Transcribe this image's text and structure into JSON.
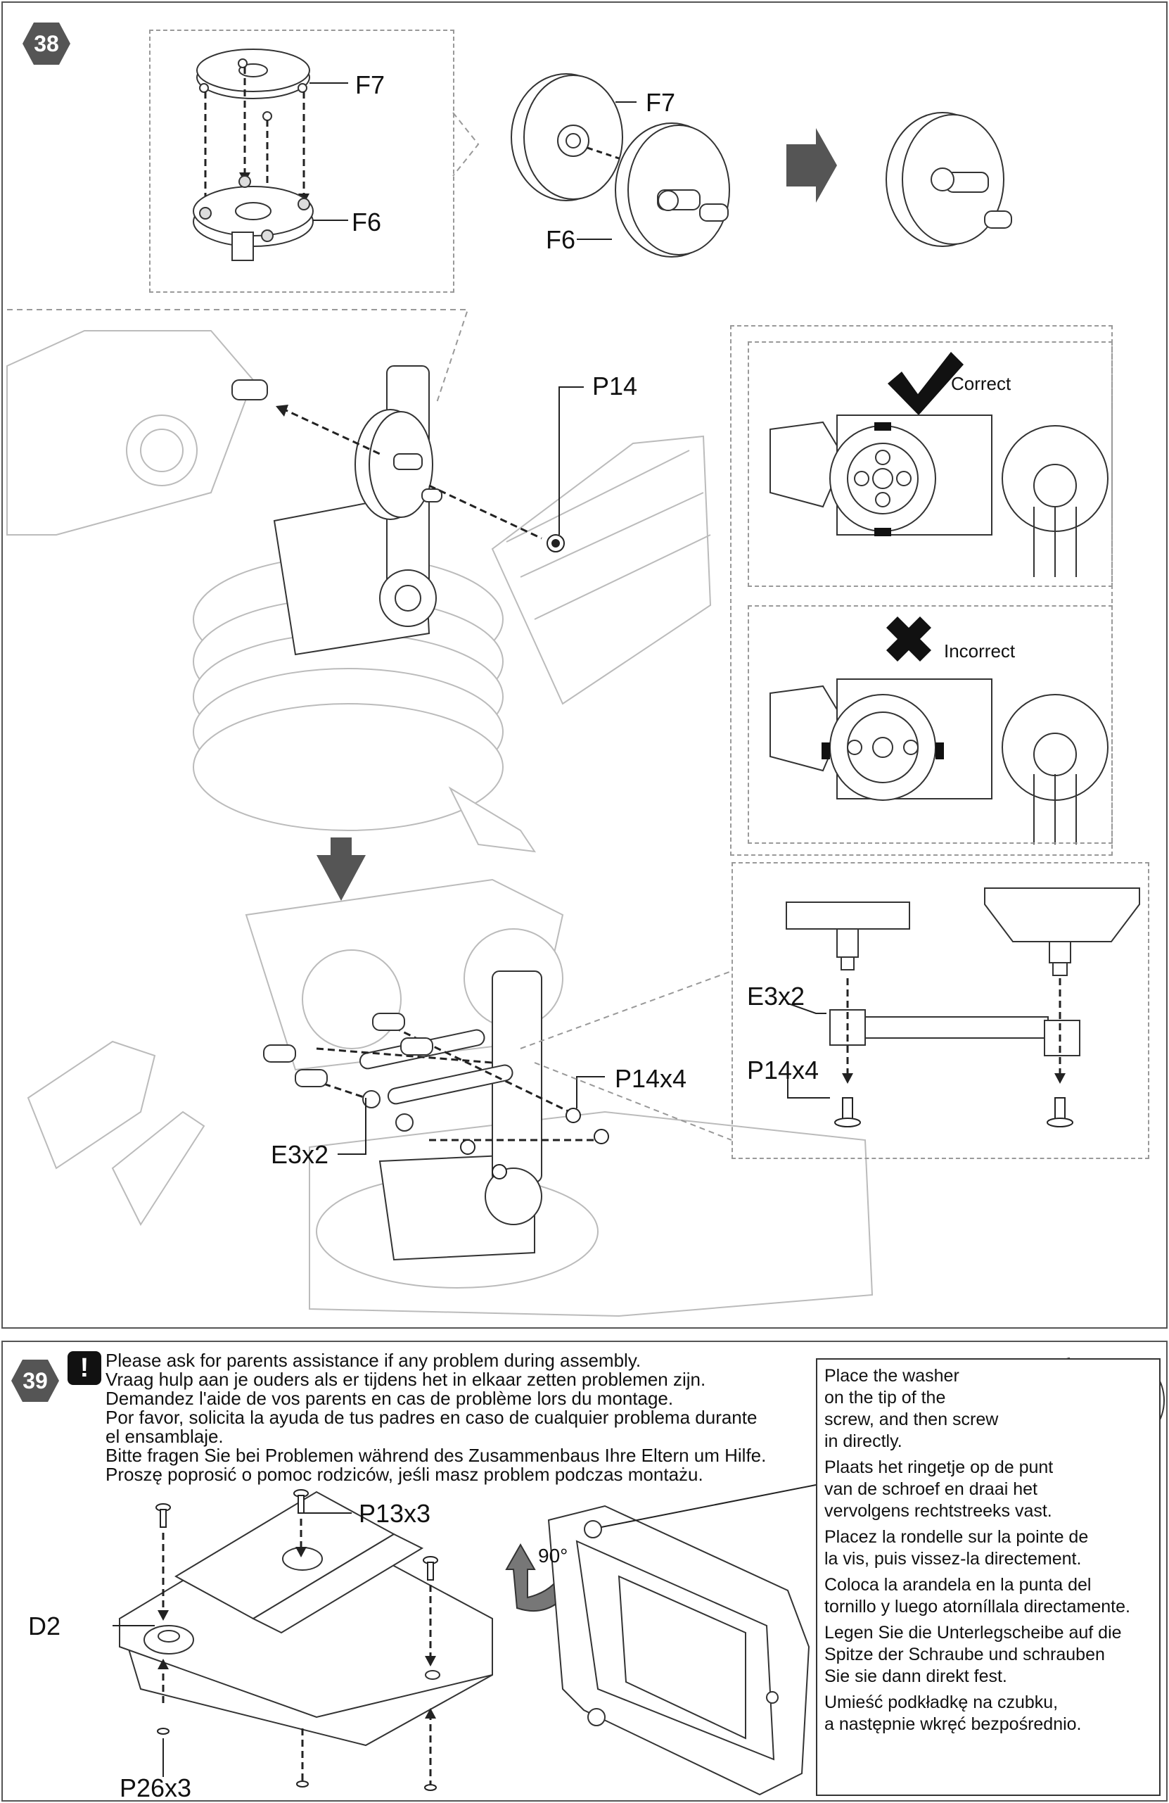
{
  "step38": {
    "number": "38",
    "parts": {
      "f7_top": "F7",
      "f6_top": "F6",
      "f7_mid": "F7",
      "f6_mid": "F6",
      "p14": "P14",
      "p14x4": "P14x4",
      "e3x2": "E3x2",
      "detail_e3x2": "E3x2",
      "detail_p14x4": "P14x4"
    },
    "correct_label": "Correct",
    "incorrect_label": "Incorrect"
  },
  "step39": {
    "number": "39",
    "warning_icon": "!",
    "warning_lines": [
      "Please ask for parents assistance if any problem during assembly.",
      "Vraag hulp aan je ouders als er tijdens het in elkaar zetten problemen zijn.",
      "Demandez l'aide de vos parents en cas de problème lors du montage.",
      "Por favor, solicita la ayuda de tus padres en caso de cualquier problema durante",
      "el ensamblaje.",
      "Bitte fragen Sie bei Problemen während des Zusammenbaus Ihre Eltern um Hilfe.",
      "Proszę poprosić o pomoc rodziców, jeśli masz problem podczas montażu."
    ],
    "parts": {
      "p13x3": "P13x3",
      "d2": "D2",
      "p26x3": "P26x3",
      "rotation": "90°"
    },
    "instructions": [
      "Place the washer\non the tip of the\nscrew, and then screw\nin directly.",
      "Plaats het ringetje op de punt\nvan de schroef en draai het\nvervolgens rechtstreeks vast.",
      "Placez la rondelle sur la pointe de\nla vis, puis vissez-la directement.",
      "Coloca la arandela en la punta del\ntornillo y luego atorníllala directamente.",
      "Legen Sie die Unterlegscheibe auf die\nSpitze der Schraube und schrauben\nSie sie dann direkt fest.",
      "Umieść podkładkę na czubku,\na następnie wkręć bezpośrednio."
    ]
  },
  "colors": {
    "badge": "#555555",
    "line": "#222222",
    "ghost": "#bbbbbb",
    "arrow": "#555555"
  }
}
